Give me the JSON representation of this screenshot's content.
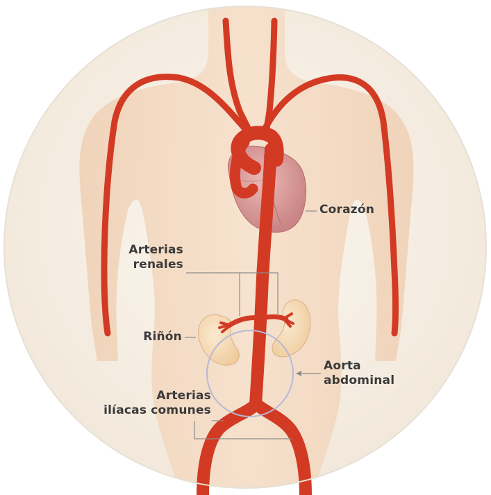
{
  "labels": {
    "heart": "Corazón",
    "renal_arteries": [
      "Arterias",
      "renales"
    ],
    "kidney": "Riñón",
    "abdominal_aorta": [
      "Aorta",
      "abdominal"
    ],
    "iliac_arteries": [
      "Arterias",
      "ilíacas comunes"
    ]
  },
  "colors": {
    "background": "#f7f0e6",
    "skin": "#f2d8bf",
    "artery": "#d33a24",
    "heart": "#d89a9a",
    "kidney": "#f6d9b2",
    "circle_outline": "#b5b8d8",
    "leader_line": "#8c8c8c",
    "label_text": "#3a3a3a"
  }
}
